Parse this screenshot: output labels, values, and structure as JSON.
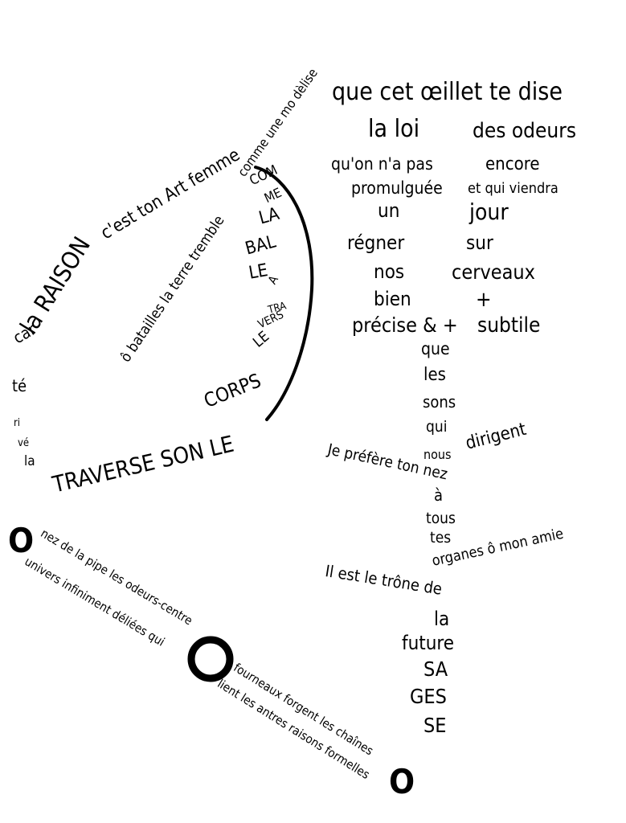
{
  "poem": {
    "right": {
      "l1": "que cet œillet te dise",
      "l2a": "la loi",
      "l2b": "des odeurs",
      "l3a": "qu'on n'a pas",
      "l3b": "encore",
      "l4a": "promulguée",
      "l4b": "et qui viendra",
      "l5a": "un",
      "l5b": "jour",
      "l6a": "régner",
      "l6b": "sur",
      "l7a": "nos",
      "l7b": "cerveaux",
      "l8a": "bien",
      "l8b": "+",
      "l9a": "précise & +",
      "l9b": "subtile",
      "stem": [
        "que",
        "les",
        "sons",
        "qui",
        "nous"
      ],
      "dirigent": "dirigent",
      "prefere": "Je préfère ton nez",
      "a": "à",
      "tous": "tous",
      "tes": "tes",
      "organes": "organes ô mon amie",
      "trone": "Il est le trône de",
      "la": "la",
      "future": "future",
      "sagesse": [
        "SA",
        "GES",
        "SE"
      ]
    },
    "left": {
      "raison": "la RAISON",
      "cest": "c'est ton Art femme",
      "comme": "comme une mo dèlise",
      "batailles": "ô batailles la terre tremble",
      "balle": [
        "COM",
        "ME",
        "LA",
        "BAL",
        "LE",
        "A",
        "TRA",
        "VERS",
        "LE"
      ],
      "corps": "CORPS",
      "carteriveela": [
        "car",
        "té",
        "ri",
        "vé",
        "la"
      ],
      "traverse": "TRAVERSE SON LE"
    },
    "pipe": {
      "o1": "O",
      "nez": "nez de la pipe les odeurs-centre",
      "univers": "univers infiniment déliées qui",
      "fourneaux": "fourneaux forgent les chaînes",
      "lient": "lient les antres raisons formelles",
      "o3": "O"
    }
  }
}
